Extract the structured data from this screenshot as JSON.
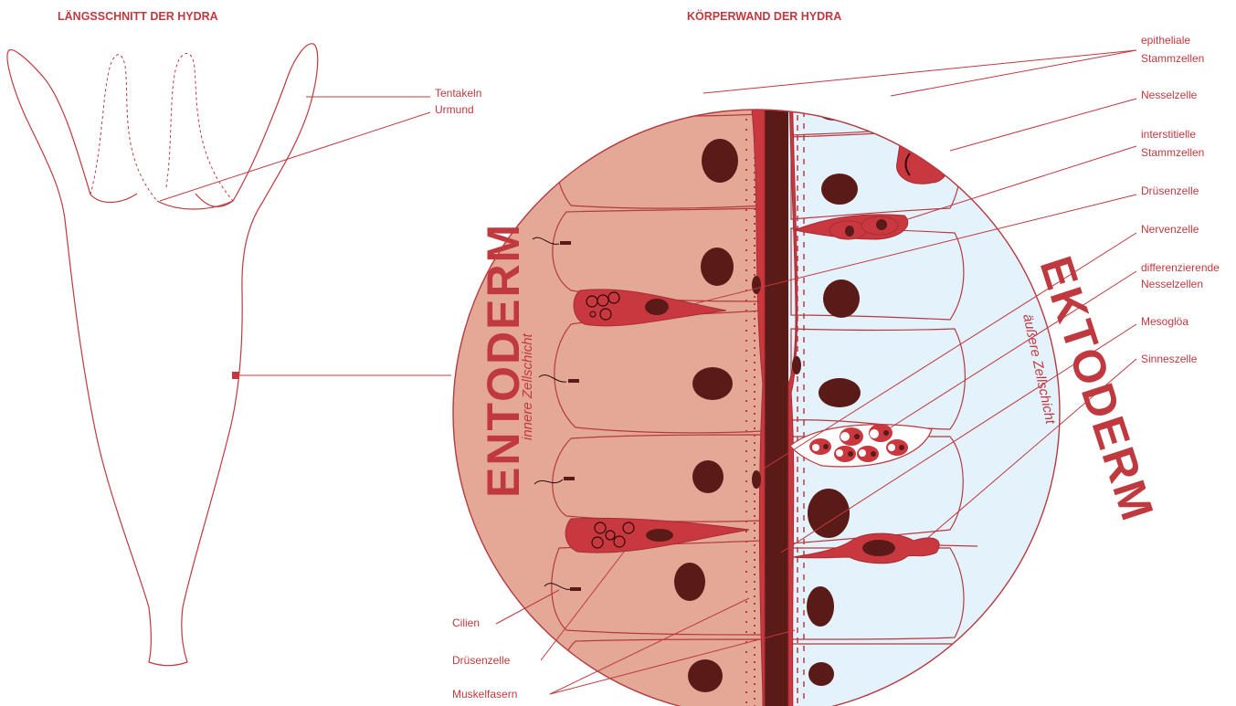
{
  "left_panel": {
    "title": "LÄNGSSCHNITT DER HYDRA"
  },
  "right_panel": {
    "title": "KÖRPERWAND DER HYDRA"
  },
  "layers": {
    "entoderm": {
      "name": "ENTODERM",
      "subtitle": "innere Zellschicht"
    },
    "ektoderm": {
      "name": "EKTODERM",
      "subtitle": "äußere Zellschicht"
    }
  },
  "labels": {
    "tentakeln": "Tentakeln",
    "urmund": "Urmund",
    "epitheliale_1": "epitheliale",
    "epitheliale_2": "Stammzellen",
    "nesselzelle": "Nesselzelle",
    "interstitielle_1": "interstitielle",
    "interstitielle_2": "Stammzellen",
    "druesenzelle_right": "Drüsenzelle",
    "nervenzelle": "Nervenzelle",
    "differenzierende_1": "differenzierende",
    "differenzierende_2": "Nesselzellen",
    "mesogloea": "Mesoglöa",
    "sinneszelle": "Sinneszelle",
    "cilien": "Cilien",
    "druesenzelle_left": "Drüsenzelle",
    "muskelfasern": "Muskelfasern"
  },
  "colors": {
    "accent": "#c0393f",
    "entoderm_fill": "#e4a896",
    "ektoderm_fill": "#e4f2fb",
    "nucleus": "#5a1a18",
    "mesogloea": "#5a1a18"
  }
}
